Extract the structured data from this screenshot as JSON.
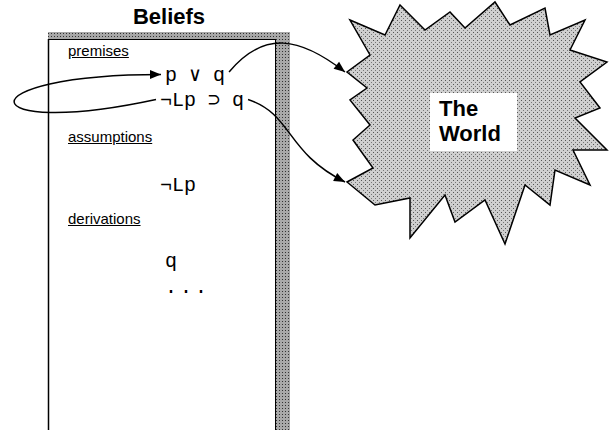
{
  "diagram": {
    "nodes": [
      {
        "text": [
          "Beliefs"
        ]
      },
      {
        "text": [
          "p ∨ q"
        ],
        "in": 0
      },
      {
        "text": [
          "¬Lp ⊃ q"
        ],
        "in": 0
      },
      {
        "text": [
          "The World"
        ]
      }
    ],
    "edges": [
      {
        "from": 1,
        "to": 3,
        "arrow": "to"
      },
      {
        "from": 2,
        "to": 3,
        "arrow": "to"
      },
      {
        "from": 2,
        "to": 1,
        "arrow": "to"
      }
    ],
    "labels": [
      "premises",
      "assumptions",
      "¬Lp",
      "derivations",
      "q",
      "..."
    ]
  }
}
